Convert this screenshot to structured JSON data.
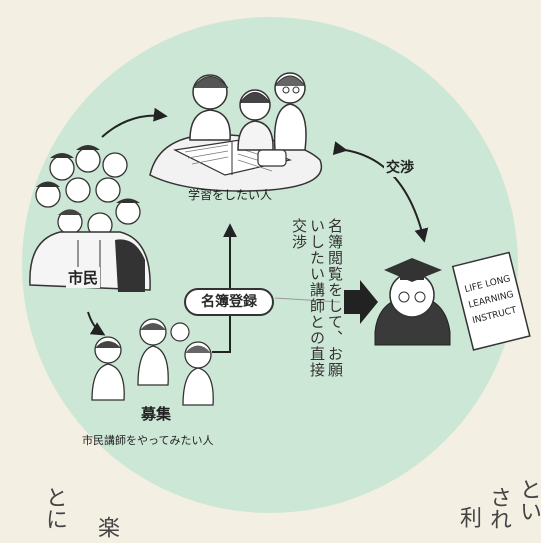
{
  "diagram": {
    "learners_label": "学習をしたい人",
    "negotiation_label": "交渉",
    "citizens_label": "市民",
    "registry_label": "名簿登録",
    "recruit_label": "募集",
    "volunteer_teachers_label": "市民講師をやってみたい人",
    "vertical_caption": "名簿閲覧をして、お願いしたい講師との直接交渉",
    "book_lines": [
      "LIFE LONG",
      "LEARNING",
      "INSTRUCT"
    ]
  },
  "page_text": {
    "right_col1": "とい",
    "right_col2": "され",
    "right_col3": "利",
    "left_col1": "とに",
    "left_col2": "楽"
  },
  "colors": {
    "circle": "#cde7d6",
    "background": "#f3efe3",
    "ink": "#222222"
  },
  "icons": {
    "arrow": "arrow-icon",
    "big_arrow": "big-arrow-icon"
  }
}
